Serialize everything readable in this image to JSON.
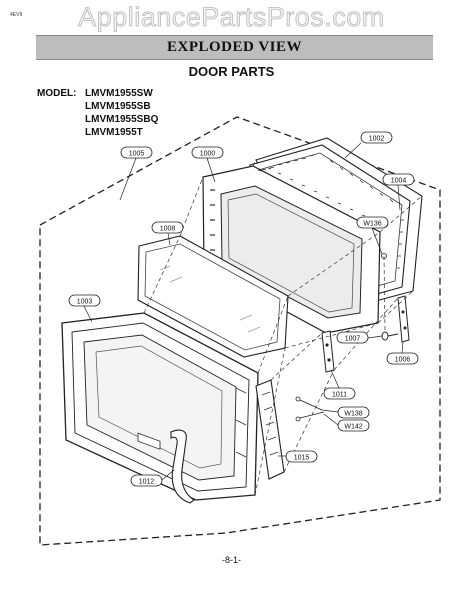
{
  "watermark": "AppliancePartsPros.com",
  "doc_code": "4EV9",
  "banner_title": "EXPLODED VIEW",
  "section_title": "DOOR PARTS",
  "model_label": "MODEL:",
  "models": [
    "LMVM1955SW",
    "LMVM1955SB",
    "LMVM1955SBQ",
    "LMVM1955T"
  ],
  "callouts": {
    "c1005": "1005",
    "c1000": "1000",
    "c1002": "1002",
    "c1004": "1004",
    "c1008": "1008",
    "cW136": "W136",
    "c1003": "1003",
    "c1007": "1007",
    "c1006": "1006",
    "c1011": "1011",
    "cW138": "W138",
    "cW142": "W142",
    "c1015": "1015",
    "c1012": "1012"
  },
  "page_number": "-8-1-"
}
